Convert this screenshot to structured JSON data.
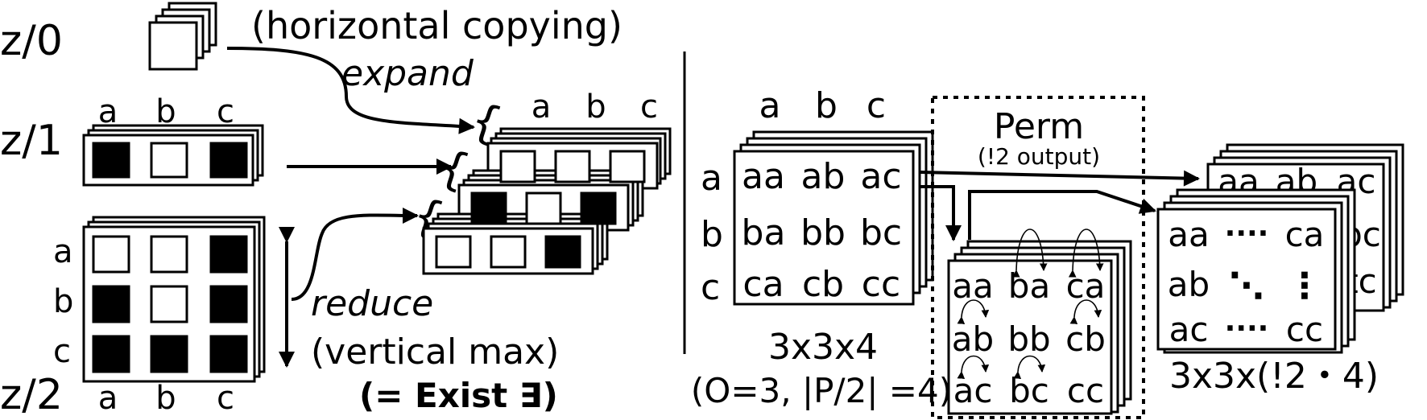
{
  "left": {
    "levels": [
      "z/0",
      "z/1",
      "z/2"
    ],
    "z1_cols": [
      "a",
      "b",
      "c"
    ],
    "z1_cells": [
      1,
      0,
      1
    ],
    "z2_rows": [
      "a",
      "b",
      "c"
    ],
    "z2_cols": [
      "a",
      "b",
      "c"
    ],
    "z2_cells": [
      [
        0,
        0,
        1
      ],
      [
        1,
        0,
        1
      ],
      [
        1,
        1,
        1
      ]
    ],
    "copy_label": "(horizontal copying)",
    "expand_label": "expand",
    "reduce_label": "reduce",
    "vmax_label": "(vertical max)",
    "exist_label": "(= Exist ∃)",
    "out_cols": [
      "a",
      "b",
      "c"
    ],
    "out_rows": [
      [
        0,
        0,
        0
      ],
      [
        1,
        0,
        1
      ],
      [
        0,
        0,
        1
      ]
    ]
  },
  "right": {
    "cols": [
      "a",
      "b",
      "c"
    ],
    "rows": [
      "a",
      "b",
      "c"
    ],
    "pairs": [
      [
        "aa",
        "ab",
        "ac"
      ],
      [
        "ba",
        "bb",
        "bc"
      ],
      [
        "ca",
        "cb",
        "cc"
      ]
    ],
    "dims_label": "3x3x4",
    "dims_sub": "(O=3, |P/2| =4)",
    "perm_title": "Perm",
    "perm_sub": "(!2 output)",
    "perm_grid": [
      [
        "aa",
        "ba",
        "ca"
      ],
      [
        "ab",
        "bb",
        "cb"
      ],
      [
        "ac",
        "bc",
        "cc"
      ]
    ],
    "out_grid": [
      [
        "aa",
        "····",
        "ca"
      ],
      [
        "ab",
        "⋱",
        "⋮"
      ],
      [
        "ac",
        "····",
        "cc"
      ]
    ],
    "out_back_grid": [
      [
        "aa",
        "ab",
        "ac"
      ],
      [
        "",
        "",
        "bc"
      ],
      [
        "",
        "",
        "tc"
      ]
    ],
    "out_dims": "3x3x(!2・4)"
  }
}
